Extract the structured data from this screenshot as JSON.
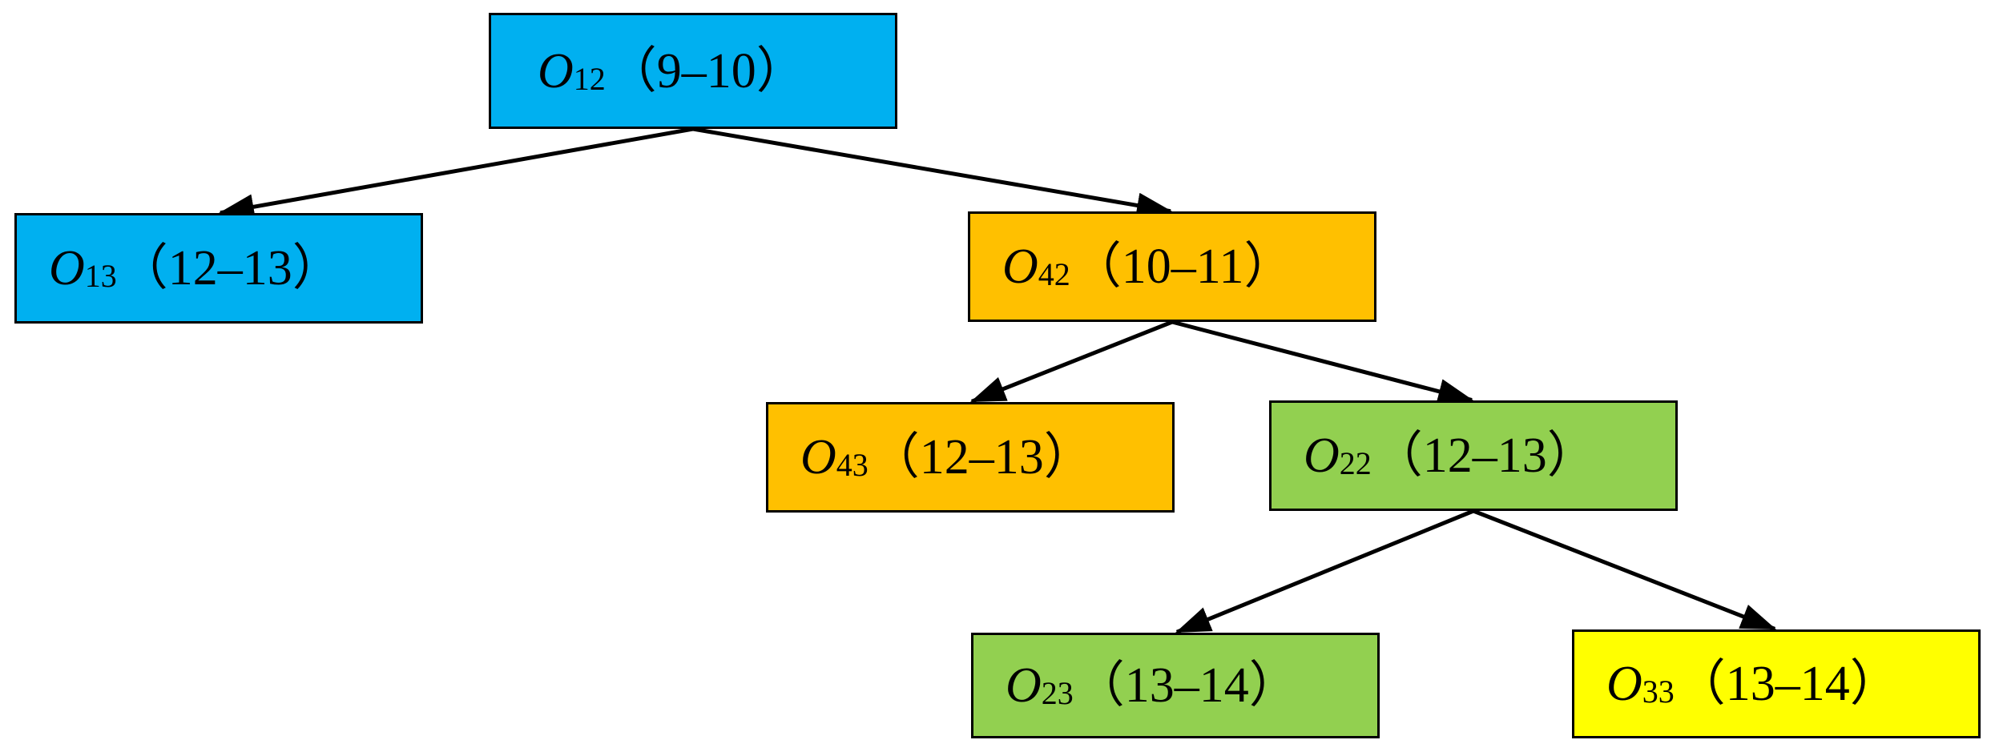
{
  "colors": {
    "blue": "#00b0f0",
    "orange": "#ffc000",
    "green": "#92d050",
    "yellow": "#ffff00",
    "border": "#000000",
    "edge": "#000000"
  },
  "nodes": {
    "o12": {
      "op": "O",
      "sub": "12",
      "range": "（9–10）",
      "color": "blue"
    },
    "o13": {
      "op": "O",
      "sub": "13",
      "range": "（12–13）",
      "color": "blue"
    },
    "o42": {
      "op": "O",
      "sub": "42",
      "range": "（10–11）",
      "color": "orange"
    },
    "o43": {
      "op": "O",
      "sub": "43",
      "range": "（12–13）",
      "color": "orange"
    },
    "o22": {
      "op": "O",
      "sub": "22",
      "range": "（12–13）",
      "color": "green"
    },
    "o23": {
      "op": "O",
      "sub": "23",
      "range": "（13–14）",
      "color": "green"
    },
    "o33": {
      "op": "O",
      "sub": "33",
      "range": "（13–14）",
      "color": "yellow"
    }
  },
  "edges": [
    {
      "from": "o12",
      "to": "o13"
    },
    {
      "from": "o12",
      "to": "o42"
    },
    {
      "from": "o42",
      "to": "o43"
    },
    {
      "from": "o42",
      "to": "o22"
    },
    {
      "from": "o22",
      "to": "o23"
    },
    {
      "from": "o22",
      "to": "o33"
    }
  ]
}
